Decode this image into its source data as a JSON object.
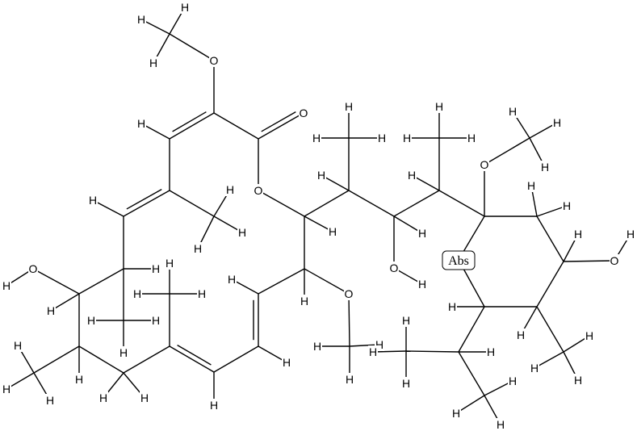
{
  "diagram": {
    "type": "skeletal-structure",
    "element_labels": {
      "hydrogen": "H",
      "oxygen": "O"
    },
    "stereo_flag": "Abs"
  }
}
